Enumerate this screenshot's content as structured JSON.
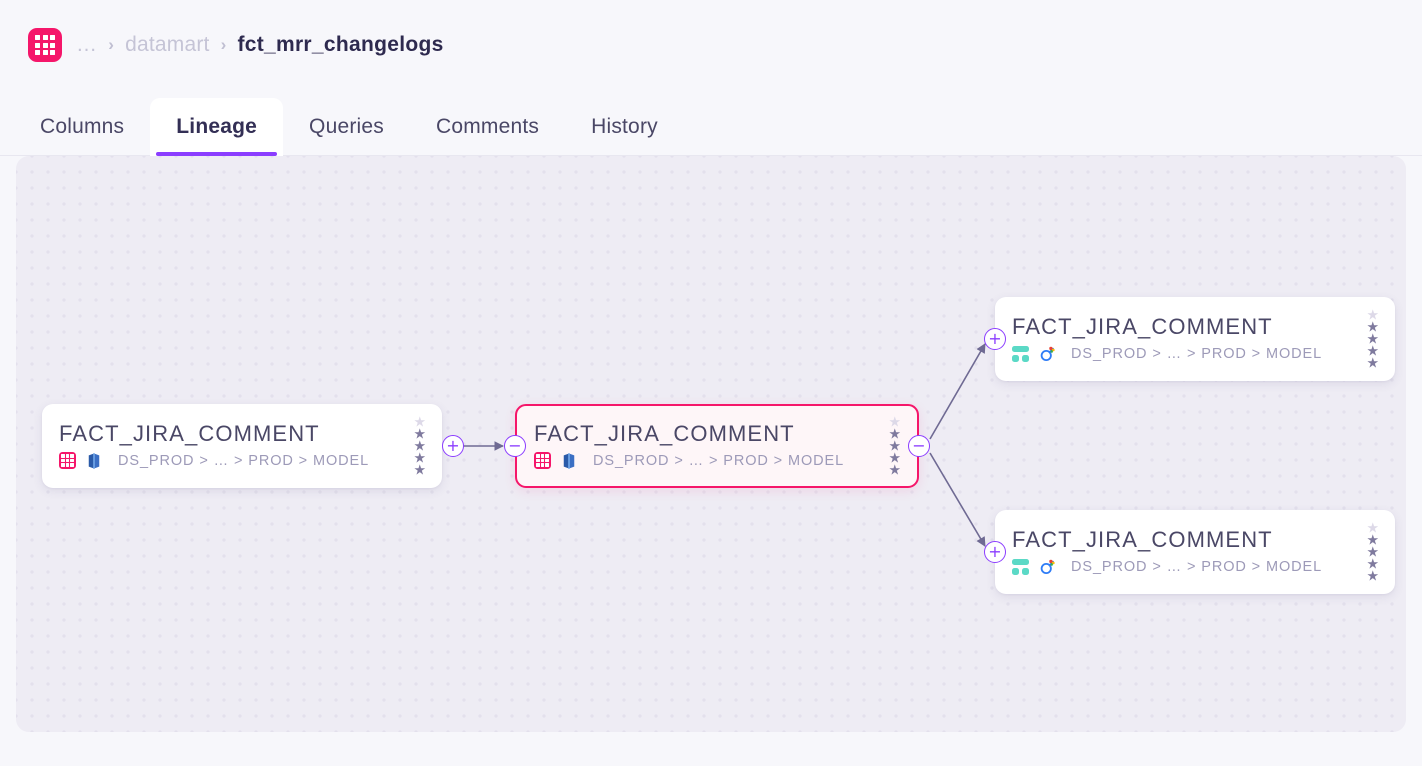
{
  "header": {
    "entity_icon": "table-grid-icon",
    "breadcrumb": {
      "ellipsis": "…",
      "separator": "›",
      "parent": "datamart",
      "current": "fct_mrr_changelogs"
    },
    "tabs": [
      {
        "label": "Columns",
        "active": false
      },
      {
        "label": "Lineage",
        "active": true
      },
      {
        "label": "Queries",
        "active": false
      },
      {
        "label": "Comments",
        "active": false
      },
      {
        "label": "History",
        "active": false
      }
    ]
  },
  "lineage": {
    "nodes": [
      {
        "id": "upstream-1",
        "title": "FACT_JIRA_COMMENT",
        "path": "DS_PROD > … > PROD > MODEL",
        "icons": [
          "table-grid-icon",
          "redshift-icon"
        ],
        "stars": {
          "filled": 4,
          "total": 5
        },
        "highlighted": false,
        "handles": {
          "right": "+"
        }
      },
      {
        "id": "focus",
        "title": "FACT_JIRA_COMMENT",
        "path": "DS_PROD > … > PROD > MODEL",
        "icons": [
          "table-grid-icon",
          "redshift-icon"
        ],
        "stars": {
          "filled": 4,
          "total": 5
        },
        "highlighted": true,
        "handles": {
          "left": "−",
          "right": "−"
        }
      },
      {
        "id": "downstream-1",
        "title": "FACT_JIRA_COMMENT",
        "path": "DS_PROD > … > PROD > MODEL",
        "icons": [
          "looker-grid-icon",
          "bigquery-icon"
        ],
        "stars": {
          "filled": 4,
          "total": 5
        },
        "highlighted": false,
        "handles": {
          "left": "+"
        }
      },
      {
        "id": "downstream-2",
        "title": "FACT_JIRA_COMMENT",
        "path": "DS_PROD > … > PROD > MODEL",
        "icons": [
          "looker-grid-icon",
          "bigquery-icon"
        ],
        "stars": {
          "filled": 4,
          "total": 5
        },
        "highlighted": false,
        "handles": {
          "left": "+"
        }
      }
    ],
    "edge_count": 3
  },
  "colors": {
    "brand_pink": "#f5166a",
    "accent_purple": "#8b3dff",
    "canvas_bg": "#eeecf4",
    "page_bg": "#f7f7fb",
    "text_dark": "#2e2a4f",
    "text_muted": "#9d9ab8",
    "edge": "#6f6a93"
  }
}
